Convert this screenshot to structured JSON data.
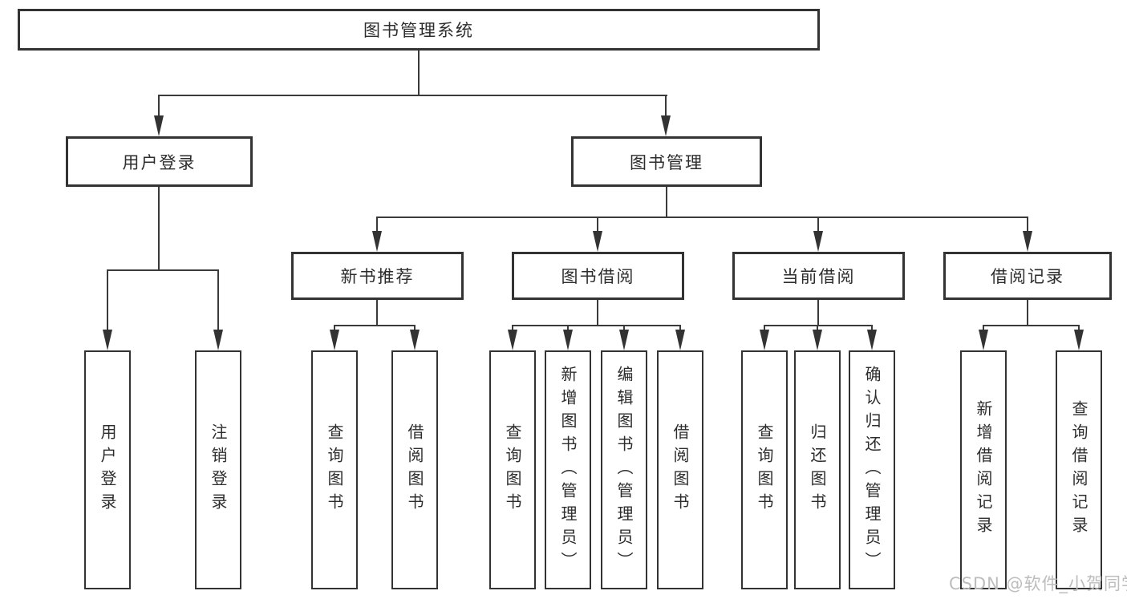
{
  "diagram": {
    "type": "hierarchy-tree",
    "nodes": [
      {
        "id": "root",
        "label": "图书管理系统",
        "parent": null
      },
      {
        "id": "user-login",
        "label": "用户登录",
        "parent": "root"
      },
      {
        "id": "book-management",
        "label": "图书管理",
        "parent": "root"
      },
      {
        "id": "new-book-recommend",
        "label": "新书推荐",
        "parent": "book-management"
      },
      {
        "id": "book-borrowing",
        "label": "图书借阅",
        "parent": "book-management"
      },
      {
        "id": "current-borrowing",
        "label": "当前借阅",
        "parent": "book-management"
      },
      {
        "id": "borrowing-records",
        "label": "借阅记录",
        "parent": "book-management"
      },
      {
        "id": "user-login-action",
        "label": "用户登录",
        "parent": "user-login"
      },
      {
        "id": "logout-action",
        "label": "注销登录",
        "parent": "user-login"
      },
      {
        "id": "query-books-recommend",
        "label": "查询图书",
        "parent": "new-book-recommend"
      },
      {
        "id": "borrow-books-recommend",
        "label": "借阅图书",
        "parent": "new-book-recommend"
      },
      {
        "id": "query-books-borrowing",
        "label": "查询图书",
        "parent": "book-borrowing"
      },
      {
        "id": "add-books-admin",
        "label": "新增图书（管理员）",
        "parent": "book-borrowing"
      },
      {
        "id": "edit-books-admin",
        "label": "编辑图书（管理员）",
        "parent": "book-borrowing"
      },
      {
        "id": "borrow-books-borrowing",
        "label": "借阅图书",
        "parent": "book-borrowing"
      },
      {
        "id": "query-books-current",
        "label": "查询图书",
        "parent": "current-borrowing"
      },
      {
        "id": "return-books",
        "label": "归还图书",
        "parent": "current-borrowing"
      },
      {
        "id": "confirm-return-admin",
        "label": "确认归还（管理员）",
        "parent": "current-borrowing"
      },
      {
        "id": "add-borrow-record",
        "label": "新增借阅记录",
        "parent": "borrowing-records"
      },
      {
        "id": "query-borrow-record",
        "label": "查询借阅记录",
        "parent": "borrowing-records"
      }
    ]
  },
  "watermark": {
    "text": "CSDN @软件_小贺同学",
    "color": "#bdbdbd"
  },
  "colors": {
    "background": "#ffffff",
    "box_border": "#333333",
    "line": "#3a3a3a",
    "text": "#2d2d2d"
  },
  "icons": {
    "arrow": "solid-triangle-arrow-down"
  }
}
